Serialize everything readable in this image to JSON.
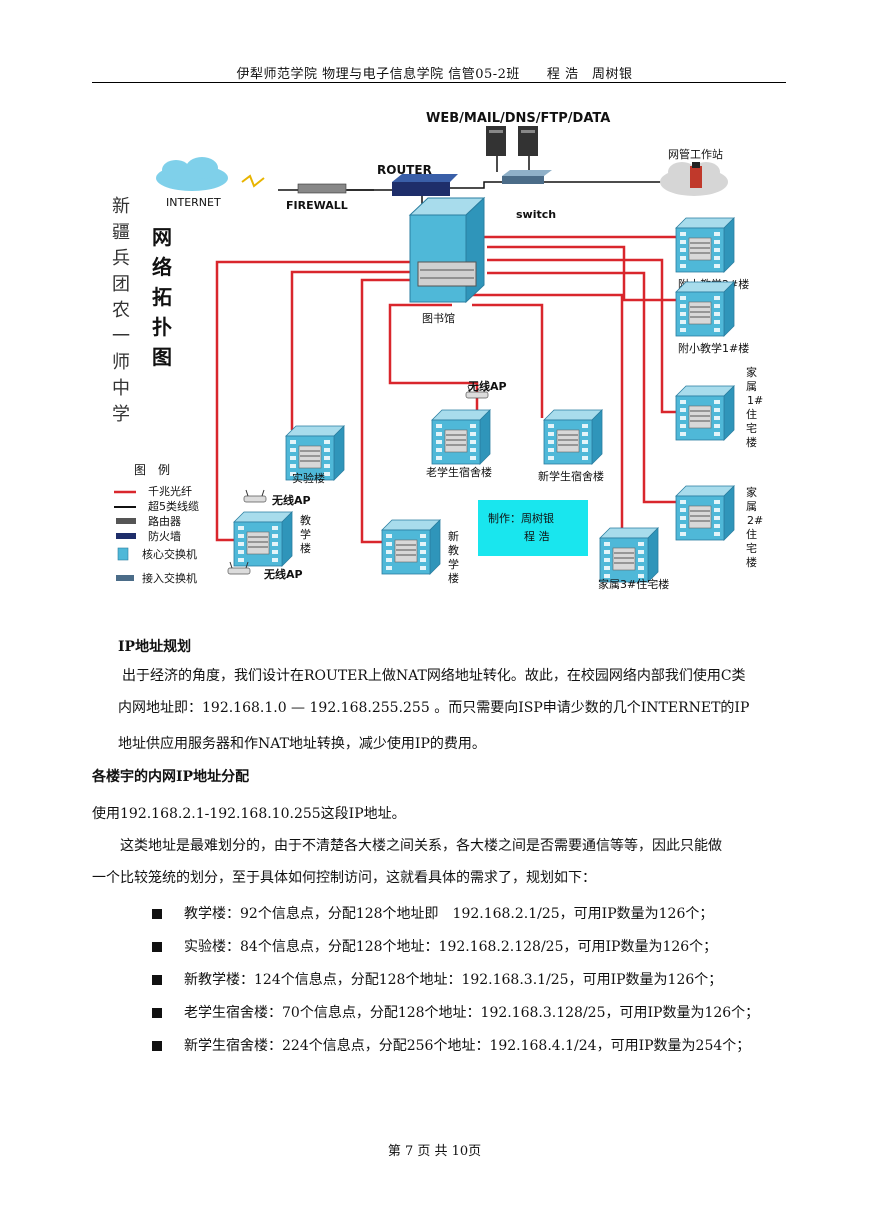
{
  "header": {
    "text": "伊犁师范学院 物理与电子信息学院 信管05-2班　　程 浩　周树银"
  },
  "diagram": {
    "server_label": "WEB/MAIL/DNS/FTP/DATA",
    "router_label": "ROUTER",
    "internet_label": "INTERNET",
    "firewall_label": "FIREWALL",
    "switch_label": "switch",
    "workstation_label": "网管工作站",
    "school_vertical": "新疆兵团农一师中学",
    "topology_vertical": "网络拓扑图",
    "library_label": "图书馆",
    "fuxiao2_label": "附小教学2#楼",
    "fuxiao1_label": "附小教学1#楼",
    "family1_label": "家属1#住宅楼",
    "family2_label": "家属2#住宅楼",
    "family3_label": "家属3#住宅楼",
    "old_dorm_label": "老学生宿舍楼",
    "new_dorm_label": "新学生宿舍楼",
    "lab_label": "实验楼",
    "teaching_label": "教学楼",
    "new_teaching_label": "新教学楼",
    "wireless_ap": "无线AP",
    "producer_line1": "制作：周树银",
    "producer_line2": "程 浩",
    "legend": {
      "title": "图　例",
      "fiber": "千兆光纤",
      "cat5": "超5类线缆",
      "router": "路由器",
      "firewall": "防火墙",
      "core_switch": "核心交换机",
      "access_switch": "接入交换机"
    },
    "colors": {
      "fiber": "#d9262c",
      "building": "#4fb8d8",
      "cyan_box": "#19e6ee"
    }
  },
  "ip_heading": "IP地址规划",
  "ip_para": {
    "line1": "出于经济的角度，我们设计在ROUTER上做NAT网络地址转化。故此，在校园网络内部我们使用C类",
    "line2": "内网地址即：192.168.1.0 — 192.168.255.255 。而只需要向ISP申请少数的几个INTERNET的IP",
    "line3": "地址供应用服务器和作NAT地址转换，减少使用IP的费用。"
  },
  "section_heading": "各楼宇的内网IP地址分配",
  "range_text": "使用192.168.2.1-192.168.10.255这段IP地址。",
  "plan_para": {
    "line1": "这类地址是最难划分的，由于不清楚各大楼之间关系，各大楼之间是否需要通信等等，因此只能做",
    "line2": "一个比较笼统的划分，至于具体如何控制访问，这就看具体的需求了，规划如下："
  },
  "allocations": [
    {
      "text": "教学楼：92个信息点，分配128个地址即　192.168.2.1/25，可用IP数量为126个；"
    },
    {
      "text": "实验楼：84个信息点，分配128个地址：192.168.2.128/25，可用IP数量为126个；"
    },
    {
      "text": "新教学楼：124个信息点，分配128个地址：192.168.3.1/25，可用IP数量为126个；"
    },
    {
      "text": "老学生宿舍楼：70个信息点，分配128个地址：192.168.3.128/25，可用IP数量为126个；"
    },
    {
      "text": "新学生宿舍楼：224个信息点，分配256个地址：192.168.4.1/24，可用IP数量为254个；"
    }
  ],
  "footer": {
    "text": "第 7 页 共 10页"
  }
}
